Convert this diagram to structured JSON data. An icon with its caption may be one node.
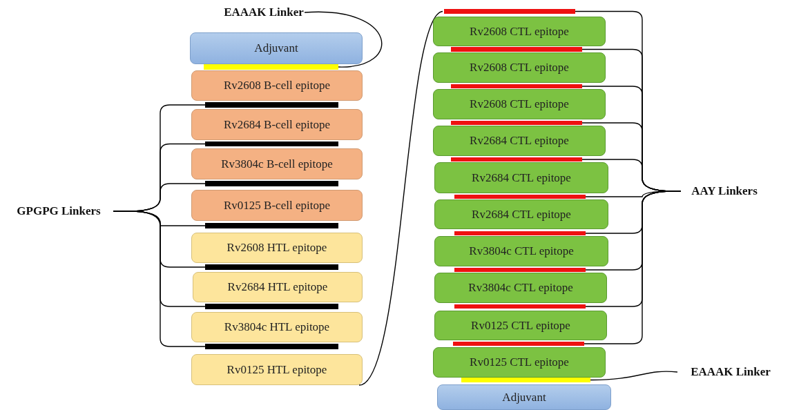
{
  "diagram": {
    "nodes": [
      {
        "text": [
          "EAAAK Linker"
        ]
      },
      {
        "text": [
          "Adjuvant"
        ]
      },
      {
        "text": [],
        "shape": "bar"
      },
      {
        "text": [
          "Rv2608 B-cell epitope"
        ]
      },
      {
        "text": [],
        "shape": "bar"
      },
      {
        "text": [
          "Rv2684 B-cell epitope"
        ]
      },
      {
        "text": [],
        "shape": "bar"
      },
      {
        "text": [
          "Rv3804c B-cell epitope"
        ]
      },
      {
        "text": [],
        "shape": "bar"
      },
      {
        "text": [
          "Rv0125 B-cell epitope"
        ]
      },
      {
        "text": [],
        "shape": "bar"
      },
      {
        "text": [
          "Rv2608 HTL epitope"
        ]
      },
      {
        "text": [],
        "shape": "bar"
      },
      {
        "text": [
          "Rv2684 HTL epitope"
        ]
      },
      {
        "text": [],
        "shape": "bar"
      },
      {
        "text": [
          "Rv3804c HTL epitope"
        ]
      },
      {
        "text": [],
        "shape": "bar"
      },
      {
        "text": [
          "Rv0125 HTL epitope"
        ]
      },
      {
        "text": [
          "GPGPG Linkers"
        ]
      },
      {
        "text": [],
        "shape": "bar"
      },
      {
        "text": [
          "Rv2608 CTL epitope"
        ]
      },
      {
        "text": [],
        "shape": "bar"
      },
      {
        "text": [
          "Rv2608 CTL epitope"
        ]
      },
      {
        "text": [],
        "shape": "bar"
      },
      {
        "text": [
          "Rv2608 CTL epitope"
        ]
      },
      {
        "text": [],
        "shape": "bar"
      },
      {
        "text": [
          "Rv2684 CTL epitope"
        ]
      },
      {
        "text": [],
        "shape": "bar"
      },
      {
        "text": [
          "Rv2684 CTL epitope"
        ]
      },
      {
        "text": [],
        "shape": "bar"
      },
      {
        "text": [
          "Rv2684 CTL epitope"
        ]
      },
      {
        "text": [],
        "shape": "bar"
      },
      {
        "text": [
          "Rv3804c CTL epitope"
        ]
      },
      {
        "text": [],
        "shape": "bar"
      },
      {
        "text": [
          "Rv3804c CTL epitope"
        ]
      },
      {
        "text": [],
        "shape": "bar"
      },
      {
        "text": [
          "Rv0125 CTL epitope"
        ]
      },
      {
        "text": [],
        "shape": "bar"
      },
      {
        "text": [
          "Rv0125 CTL epitope"
        ]
      },
      {
        "text": [],
        "shape": "bar"
      },
      {
        "text": [
          "Adjuvant"
        ]
      },
      {
        "text": [
          "AAY Linkers"
        ]
      },
      {
        "text": [
          "EAAAK Linker"
        ]
      }
    ],
    "edges": [
      {
        "from": 0,
        "to": 2,
        "arrow": "none"
      },
      {
        "from": 18,
        "to": 4,
        "arrow": "none"
      },
      {
        "from": 18,
        "to": 6,
        "arrow": "none"
      },
      {
        "from": 18,
        "to": 8,
        "arrow": "none"
      },
      {
        "from": 18,
        "to": 10,
        "arrow": "none"
      },
      {
        "from": 18,
        "to": 12,
        "arrow": "none"
      },
      {
        "from": 18,
        "to": 14,
        "arrow": "none"
      },
      {
        "from": 18,
        "to": 16,
        "arrow": "none"
      },
      {
        "from": 17,
        "to": 19,
        "arrow": "none"
      },
      {
        "from": 41,
        "to": 19,
        "arrow": "none"
      },
      {
        "from": 41,
        "to": 21,
        "arrow": "none"
      },
      {
        "from": 41,
        "to": 23,
        "arrow": "none"
      },
      {
        "from": 41,
        "to": 25,
        "arrow": "none"
      },
      {
        "from": 41,
        "to": 27,
        "arrow": "none"
      },
      {
        "from": 41,
        "to": 29,
        "arrow": "none"
      },
      {
        "from": 41,
        "to": 31,
        "arrow": "none"
      },
      {
        "from": 41,
        "to": 33,
        "arrow": "none"
      },
      {
        "from": 41,
        "to": 35,
        "arrow": "none"
      },
      {
        "from": 41,
        "to": 37,
        "arrow": "none"
      },
      {
        "from": 42,
        "to": 39,
        "arrow": "none"
      }
    ]
  }
}
